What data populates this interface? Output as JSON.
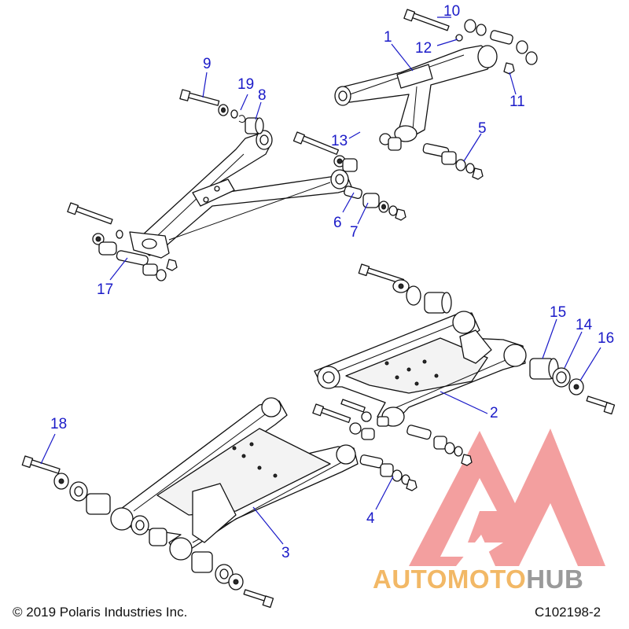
{
  "diagram": {
    "callouts": [
      {
        "id": "1",
        "text": "1"
      },
      {
        "id": "2",
        "text": "2"
      },
      {
        "id": "3",
        "text": "3"
      },
      {
        "id": "4",
        "text": "4"
      },
      {
        "id": "5",
        "text": "5"
      },
      {
        "id": "6",
        "text": "6"
      },
      {
        "id": "7",
        "text": "7"
      },
      {
        "id": "8",
        "text": "8"
      },
      {
        "id": "9",
        "text": "9"
      },
      {
        "id": "10",
        "text": "10"
      },
      {
        "id": "11",
        "text": "11"
      },
      {
        "id": "12",
        "text": "12"
      },
      {
        "id": "13",
        "text": "13"
      },
      {
        "id": "14",
        "text": "14"
      },
      {
        "id": "15",
        "text": "15"
      },
      {
        "id": "16",
        "text": "16"
      },
      {
        "id": "17",
        "text": "17"
      },
      {
        "id": "18",
        "text": "18"
      },
      {
        "id": "19",
        "text": "19"
      }
    ],
    "callout_color": "#1a1ac8",
    "line_color": "#111111"
  },
  "footer": {
    "copyright": "© 2019 Polaris Industries Inc.",
    "drawing_number": "C102198-2"
  },
  "watermark": {
    "part_auto": "AUTO",
    "part_moto": "MOTO",
    "part_hub": "HUB",
    "colors": {
      "triangle": "#f08080",
      "auto": "#f2b866",
      "moto": "#f2b866",
      "hub": "#9a9a9a"
    }
  }
}
